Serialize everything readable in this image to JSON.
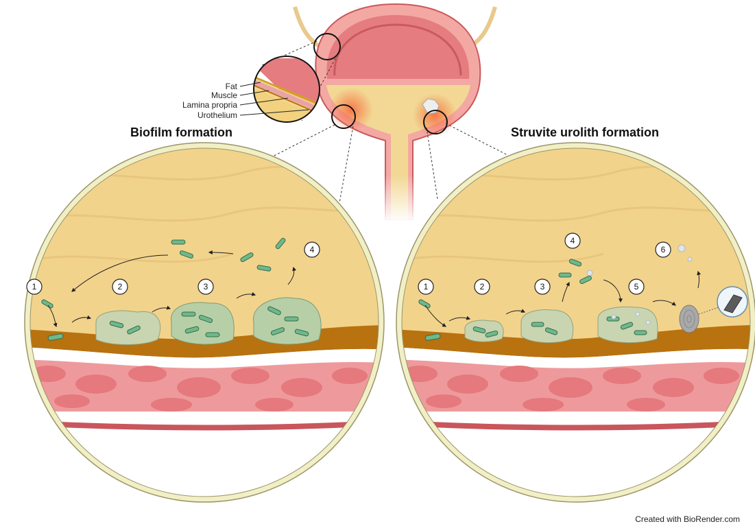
{
  "titles": {
    "left": "Biofilm formation",
    "right": "Struvite urolith formation"
  },
  "wall_labels": [
    "Fat",
    "Muscle",
    "Lamina propria",
    "Urothelium"
  ],
  "left_steps": [
    "1",
    "2",
    "3",
    "4"
  ],
  "right_steps": [
    "1",
    "2",
    "3",
    "4",
    "5",
    "6"
  ],
  "credit": "Created with BioRender.com",
  "colors": {
    "urine": "#f0d08c",
    "tissue": "#ee9a9c",
    "cell": "#e5797d",
    "urothelium": "#b8720f",
    "frame": "#f1efc6",
    "bacteria": "#6fb88b",
    "biofilm": "#c9d5b0"
  }
}
